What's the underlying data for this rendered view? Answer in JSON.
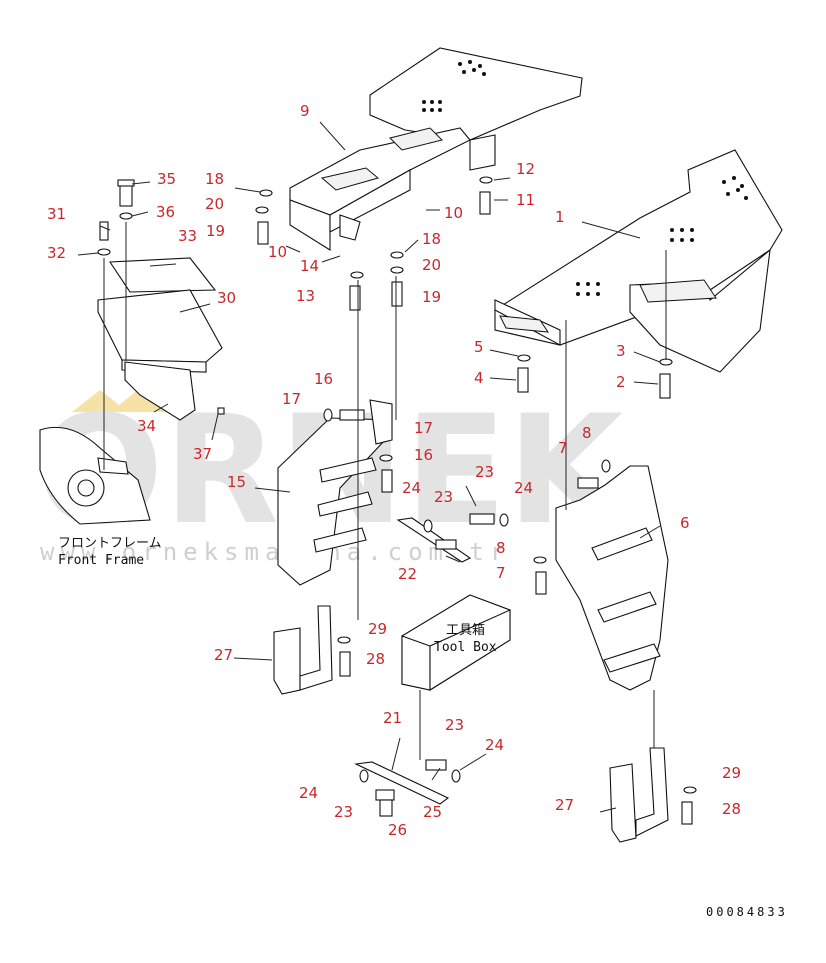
{
  "watermark": {
    "brand": "ORNEK",
    "url": "www.orneksmakina.com.tr"
  },
  "labels": {
    "front_frame_jp": "フロントフレーム",
    "front_frame_en": "Front Frame",
    "tool_box_jp": "工具箱",
    "tool_box_en": "Tool Box"
  },
  "document_number": "00084833",
  "callouts": [
    {
      "id": "c1",
      "text": "1"
    },
    {
      "id": "c2",
      "text": "2"
    },
    {
      "id": "c3",
      "text": "3"
    },
    {
      "id": "c4",
      "text": "4"
    },
    {
      "id": "c5",
      "text": "5"
    },
    {
      "id": "c6",
      "text": "6"
    },
    {
      "id": "c7a",
      "text": "7"
    },
    {
      "id": "c7b",
      "text": "7"
    },
    {
      "id": "c8a",
      "text": "8"
    },
    {
      "id": "c8b",
      "text": "8"
    },
    {
      "id": "c9",
      "text": "9"
    },
    {
      "id": "c10a",
      "text": "10"
    },
    {
      "id": "c10b",
      "text": "10"
    },
    {
      "id": "c11",
      "text": "11"
    },
    {
      "id": "c12",
      "text": "12"
    },
    {
      "id": "c13",
      "text": "13"
    },
    {
      "id": "c14",
      "text": "14"
    },
    {
      "id": "c15",
      "text": "15"
    },
    {
      "id": "c16a",
      "text": "16"
    },
    {
      "id": "c16b",
      "text": "16"
    },
    {
      "id": "c17a",
      "text": "17"
    },
    {
      "id": "c17b",
      "text": "17"
    },
    {
      "id": "c18a",
      "text": "18"
    },
    {
      "id": "c18b",
      "text": "18"
    },
    {
      "id": "c19a",
      "text": "19"
    },
    {
      "id": "c19b",
      "text": "19"
    },
    {
      "id": "c20a",
      "text": "20"
    },
    {
      "id": "c20b",
      "text": "20"
    },
    {
      "id": "c21",
      "text": "21"
    },
    {
      "id": "c22",
      "text": "22"
    },
    {
      "id": "c23a",
      "text": "23"
    },
    {
      "id": "c23b",
      "text": "23"
    },
    {
      "id": "c23c",
      "text": "23"
    },
    {
      "id": "c23d",
      "text": "23"
    },
    {
      "id": "c24a",
      "text": "24"
    },
    {
      "id": "c24b",
      "text": "24"
    },
    {
      "id": "c24c",
      "text": "24"
    },
    {
      "id": "c24d",
      "text": "24"
    },
    {
      "id": "c25",
      "text": "25"
    },
    {
      "id": "c26",
      "text": "26"
    },
    {
      "id": "c27a",
      "text": "27"
    },
    {
      "id": "c27b",
      "text": "27"
    },
    {
      "id": "c28a",
      "text": "28"
    },
    {
      "id": "c28b",
      "text": "28"
    },
    {
      "id": "c29a",
      "text": "29"
    },
    {
      "id": "c29b",
      "text": "29"
    },
    {
      "id": "c30",
      "text": "30"
    },
    {
      "id": "c31",
      "text": "31"
    },
    {
      "id": "c32",
      "text": "32"
    },
    {
      "id": "c33",
      "text": "33"
    },
    {
      "id": "c34",
      "text": "34"
    },
    {
      "id": "c35",
      "text": "35"
    },
    {
      "id": "c36",
      "text": "36"
    },
    {
      "id": "c37",
      "text": "37"
    }
  ]
}
